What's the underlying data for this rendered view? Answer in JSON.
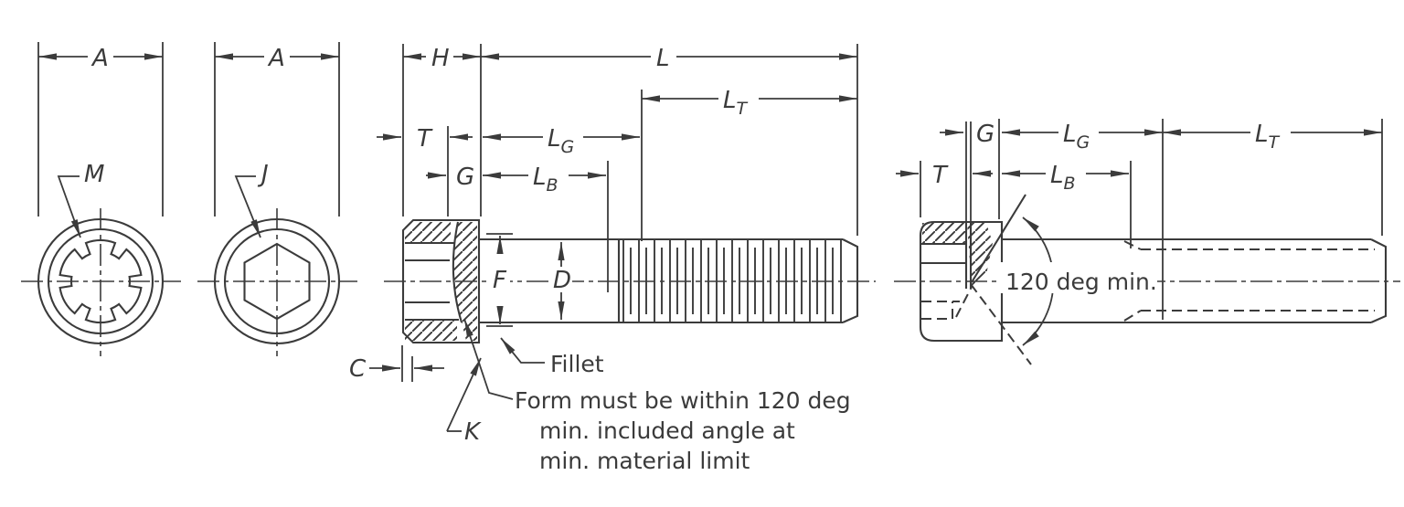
{
  "colors": {
    "line": "#3b3b3b",
    "background": "#ffffff"
  },
  "end_view_spline": {
    "width_dim": "A",
    "socket_dim": "M"
  },
  "end_view_hex": {
    "width_dim": "A",
    "socket_dim": "J"
  },
  "side_view": {
    "head_height_dim": "H",
    "length_dim": "L",
    "thread_length_dim": {
      "base": "L",
      "sub": "T"
    },
    "grip_length_dim": {
      "base": "L",
      "sub": "G"
    },
    "body_length_dim": {
      "base": "L",
      "sub": "B"
    },
    "key_engagement_dim": "T",
    "wall_thickness_dim": "G",
    "chamfer_dim": "C",
    "fillet_dia_dim": "F",
    "body_dia_dim": "D",
    "corner_dim": "K",
    "fillet_label": "Fillet",
    "form_note": [
      "Form must be within 120 deg",
      "min. included angle at",
      "min. material limit"
    ]
  },
  "min_material_view": {
    "key_engagement_dim": "T",
    "wall_thickness_dim": "G",
    "grip_length_dim": {
      "base": "L",
      "sub": "G"
    },
    "thread_length_dim": {
      "base": "L",
      "sub": "T"
    },
    "body_length_dim": {
      "base": "L",
      "sub": "B"
    },
    "angle_note": "120 deg min."
  }
}
